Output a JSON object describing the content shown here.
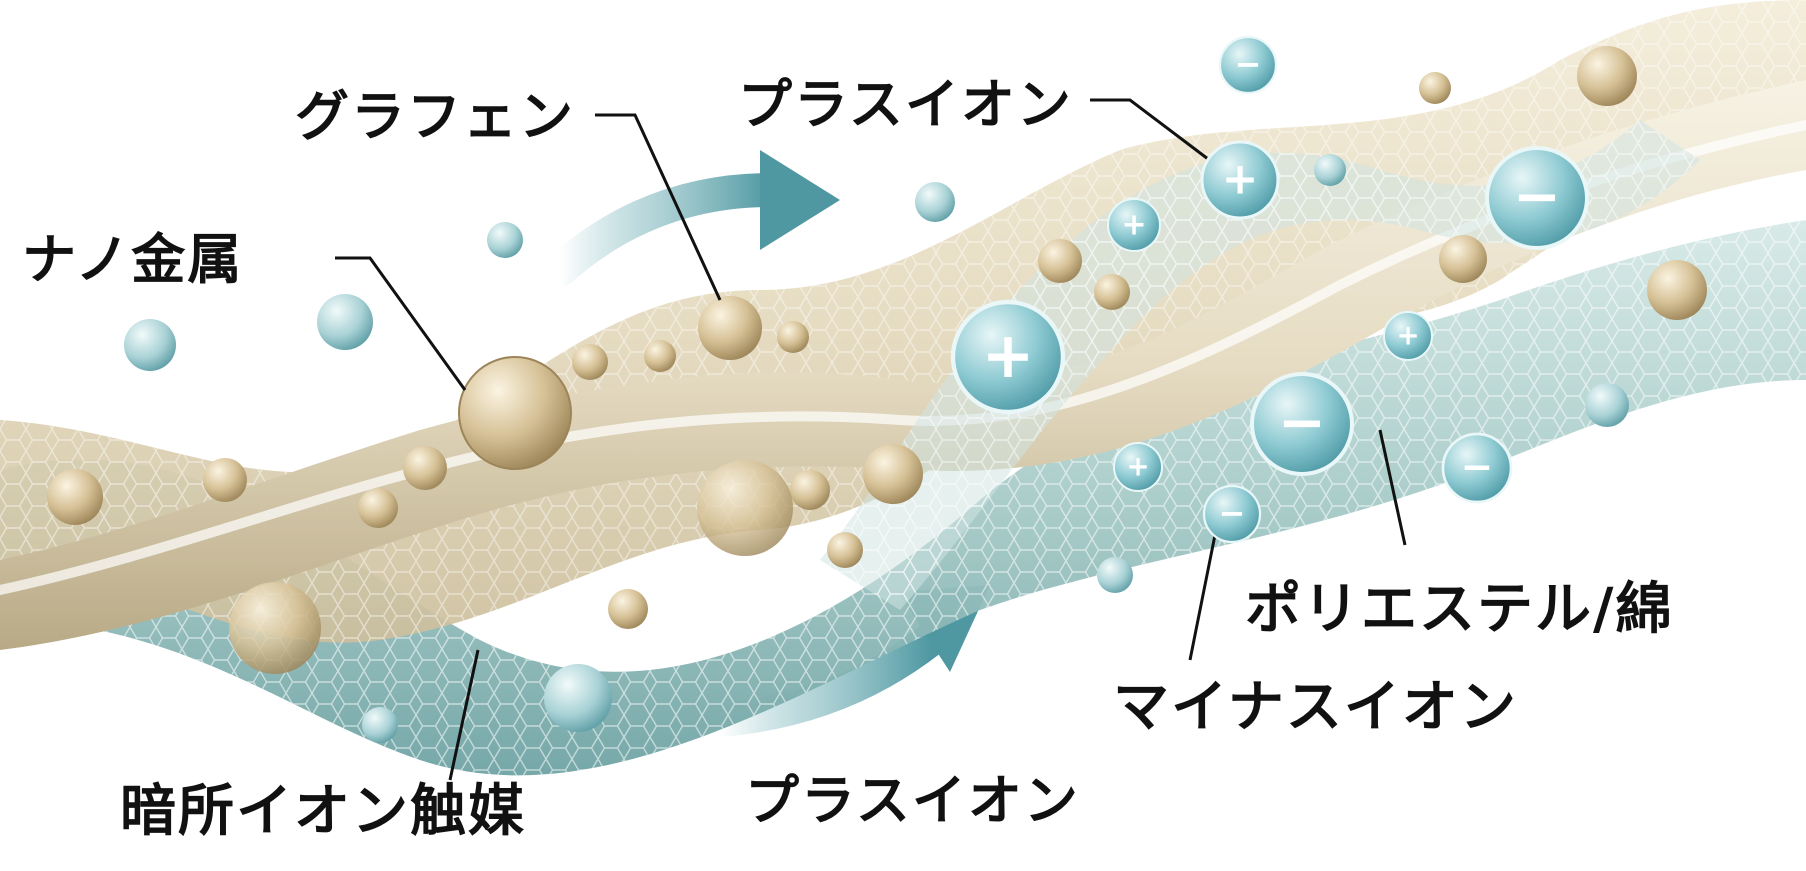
{
  "labels": {
    "graphene": "グラフェン",
    "nano_metal": "ナノ金属",
    "plus_ion_top": "プラスイオン",
    "polyester_cotton": "ポリエステル/綿",
    "minus_ion": "マイナスイオン",
    "plus_ion_bottom": "プラスイオン",
    "dark_catalyst": "暗所イオン触媒"
  },
  "symbols": {
    "plus": "+",
    "minus": "−"
  },
  "colors": {
    "strand_beige": "#e9e0c8",
    "strand_teal": "#a9ccc9",
    "arrow_teal": "#5fa7b0",
    "ion_teal": "#7fc3cc",
    "metal_gold": "#cfb98a",
    "leader_line": "#111111"
  },
  "icons": {
    "plus_ion": "plus-ion-bubble-icon",
    "minus_ion": "minus-ion-bubble-icon",
    "metal": "nano-metal-sphere-icon",
    "flow_arrow": "flow-arrow-icon"
  }
}
